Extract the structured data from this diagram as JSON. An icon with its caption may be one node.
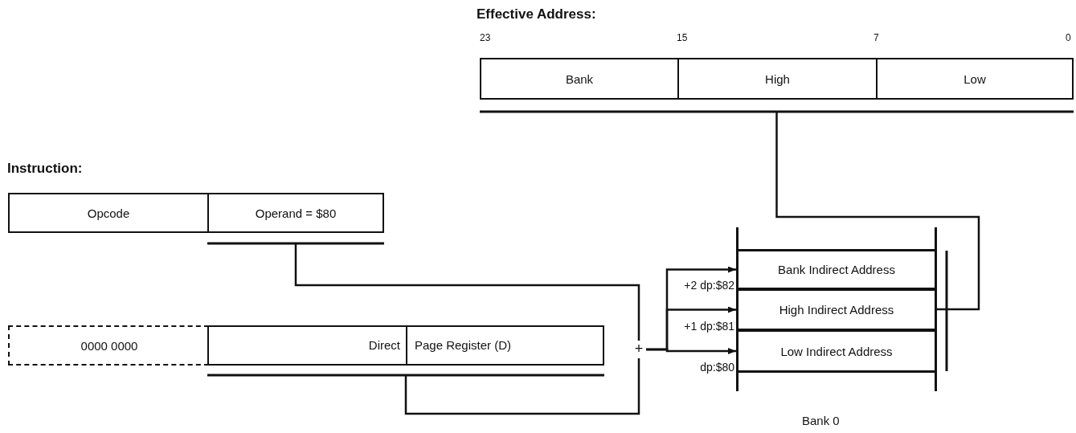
{
  "diagram": {
    "nodes": [
      {
        "text": [
          "Effective Address:"
        ]
      },
      {
        "text": [
          "Bank"
        ],
        "in": 0
      },
      {
        "text": [
          "High"
        ],
        "in": 0
      },
      {
        "text": [
          "Low"
        ],
        "in": 0
      },
      {
        "text": [
          "Instruction:"
        ]
      },
      {
        "text": [
          "Opcode"
        ],
        "in": 4
      },
      {
        "text": [
          "Operand = $80"
        ],
        "in": 4
      },
      {
        "text": [
          "0000 0000"
        ]
      },
      {
        "text": [
          "Direct",
          "Page Register (D)"
        ]
      },
      {
        "text": [
          "Bank 0"
        ]
      },
      {
        "text": [
          "Bank Indirect Address"
        ],
        "in": 9
      },
      {
        "text": [
          "High Indirect Address"
        ],
        "in": 9
      },
      {
        "text": [
          "Low Indirect Address"
        ],
        "in": 9
      },
      {
        "text": [
          "+"
        ]
      }
    ],
    "edges": [
      {
        "from": 6,
        "to": 13,
        "arrow": "none"
      },
      {
        "from": 8,
        "to": 13,
        "arrow": "none"
      },
      {
        "from": 13,
        "to": 12,
        "arrow": "to"
      },
      {
        "from": 13,
        "to": 11,
        "arrow": "to"
      },
      {
        "from": 13,
        "to": 10,
        "arrow": "to"
      },
      {
        "from": 9,
        "to": 0,
        "arrow": "none"
      }
    ],
    "labels": [
      "23",
      "15",
      "7",
      "0",
      "+2 dp:$82",
      "+1 dp:$81",
      "dp:$80"
    ]
  }
}
